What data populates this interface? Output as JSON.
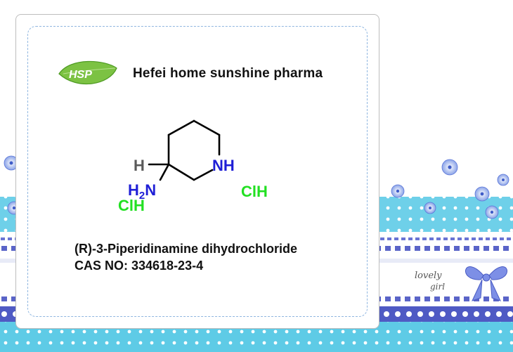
{
  "logo": {
    "text": "HSP",
    "leaf_color": "#7cc243",
    "text_color": "#ffffff"
  },
  "company": {
    "name": "Hefei home sunshine pharma"
  },
  "molecule": {
    "h_label": "H",
    "nh_label": "NH",
    "amine_h": "H",
    "amine_sub": "2",
    "amine_n": "N",
    "hcl_1": "ClH",
    "hcl_2": "ClH",
    "colors": {
      "bond": "#000000",
      "nitrogen": "#1f1fd6",
      "hydrogen": "#5a5a5a",
      "chloride": "#22e022"
    }
  },
  "product": {
    "name": "(R)-3-Piperidinamine dihydrochloride",
    "cas": "CAS NO: 334618-23-4"
  },
  "background": {
    "lovely": "lovely",
    "girl": "girl",
    "accent": "#5ecbe6",
    "lace": "#5a64c8"
  }
}
